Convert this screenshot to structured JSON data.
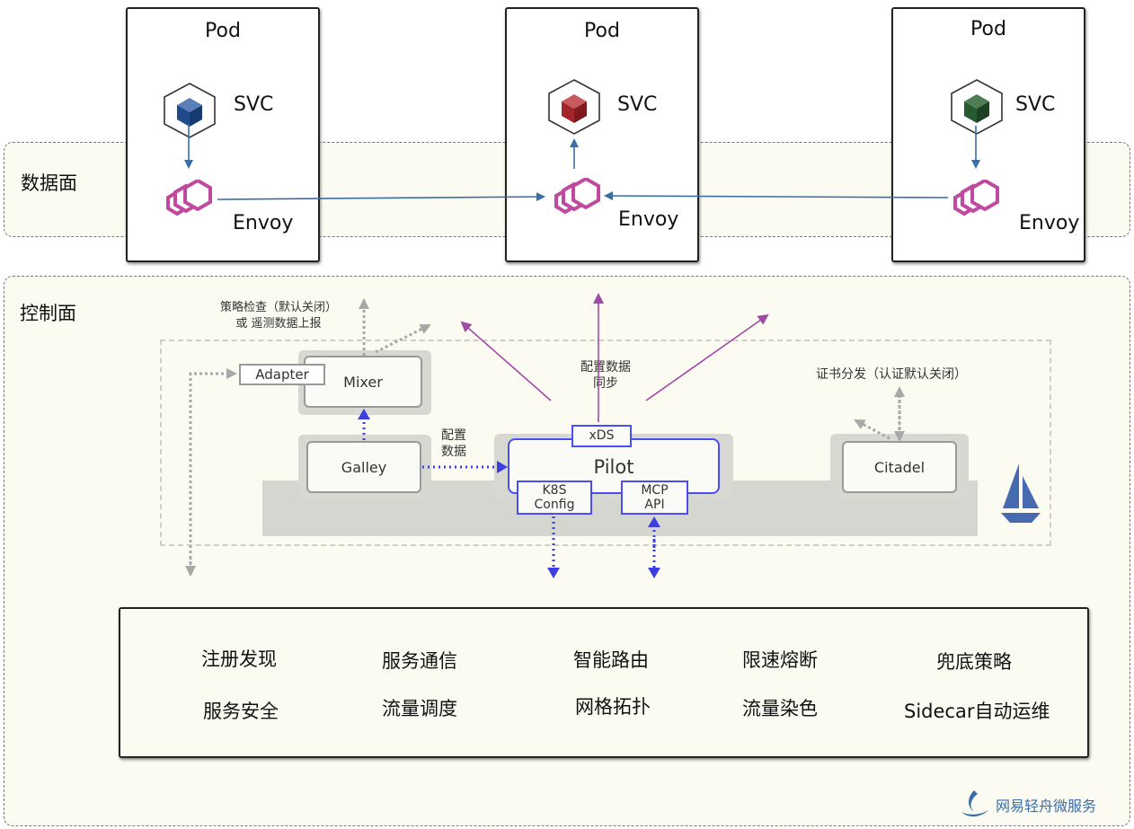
{
  "data_plane": {
    "label": "数据面"
  },
  "control_plane": {
    "label": "控制面"
  },
  "pods": [
    {
      "title": "Pod",
      "svc_label": "SVC",
      "envoy_label": "Envoy",
      "cube_color": "#1f4a8a"
    },
    {
      "title": "Pod",
      "svc_label": "SVC",
      "envoy_label": "Envoy",
      "cube_color": "#a3262b"
    },
    {
      "title": "Pod",
      "svc_label": "SVC",
      "envoy_label": "Envoy",
      "cube_color": "#275a30"
    }
  ],
  "control": {
    "policy_note_line1": "策略检查（默认关闭）",
    "policy_note_line2": "或 遥测数据上报",
    "adapter": "Adapter",
    "mixer": "Mixer",
    "galley": "Galley",
    "config_data_line1": "配置",
    "config_data_line2": "数据",
    "sync_line1": "配置数据",
    "sync_line2": "同步",
    "xds": "xDS",
    "pilot": "Pilot",
    "k8s_line1": "K8S",
    "k8s_line2": "Config",
    "mcp_line1": "MCP",
    "mcp_line2": "API",
    "cert_note": "证书分发（认证默认关闭）",
    "citadel": "Citadel"
  },
  "features": [
    [
      "注册发现",
      "服务安全"
    ],
    [
      "服务通信",
      "流量调度"
    ],
    [
      "智能路由",
      "网格拓扑"
    ],
    [
      "限速熔断",
      "流量染色"
    ],
    [
      "兜底策略",
      "Sidecar自动运维"
    ]
  ],
  "brand": {
    "text": "网易轻舟微服务"
  },
  "colors": {
    "envoy": "#c04aa0",
    "edge_arrow": "#3a6ea8",
    "sync_arrow": "#a04aa8",
    "blue_dotted": "#3b3fe0",
    "gray_dotted": "#a8a8a8"
  }
}
